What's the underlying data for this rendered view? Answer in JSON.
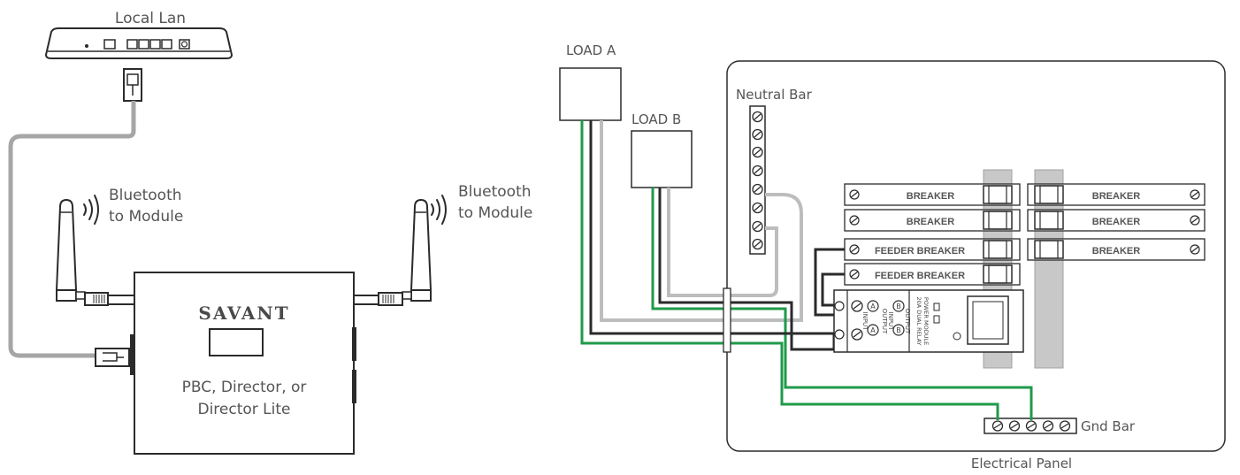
{
  "labels": {
    "local_lan": "Local Lan",
    "bt_left_line1": "Bluetooth",
    "bt_left_line2": "to Module",
    "bt_right_line1": "Bluetooth",
    "bt_right_line2": "to Module",
    "brand": "SAVANT",
    "host_line1": "PBC, Director, or",
    "host_line2": "Director Lite",
    "load_a": "LOAD A",
    "load_b": "LOAD B",
    "neutral_bar": "Neutral Bar",
    "gnd_bar": "Gnd Bar",
    "electrical_panel": "Electrical Panel"
  },
  "breakers": {
    "left": [
      "BREAKER",
      "BREAKER",
      "FEEDER BREAKER",
      "FEEDER BREAKER"
    ],
    "right": [
      "BREAKER",
      "BREAKER",
      "BREAKER"
    ]
  },
  "module": {
    "input": "INPUT",
    "output": "OUTPUT",
    "a": "A",
    "b": "B",
    "title1": "20A DUAL RELAY",
    "title2": "POWER MODULE"
  },
  "colors": {
    "line": "#2b2b2b",
    "gray_wire": "#bdbdbd",
    "network_cable": "#a6a6a6",
    "ground_wire": "#1f9a4a",
    "hot_wire": "#2a2a2a",
    "rail": "#c8c8c8"
  }
}
